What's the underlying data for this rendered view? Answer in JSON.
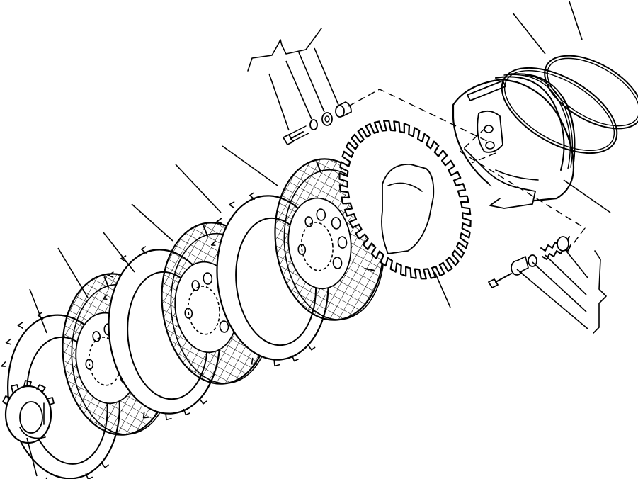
{
  "diagram": {
    "kind": "exploded-view parts illustration",
    "colors": {
      "ink": "#000000",
      "paper": "#ffffff"
    },
    "parts": [
      {
        "id": "spline-hub",
        "kind": "splined hub"
      },
      {
        "id": "separator-plate-1",
        "kind": "steel plate"
      },
      {
        "id": "friction-disc-1",
        "kind": "friction disc"
      },
      {
        "id": "separator-plate-2",
        "kind": "steel plate"
      },
      {
        "id": "friction-disc-2",
        "kind": "friction disc"
      },
      {
        "id": "separator-plate-3",
        "kind": "steel plate"
      },
      {
        "id": "friction-disc-3",
        "kind": "friction disc"
      },
      {
        "id": "pressure-plate",
        "kind": "toothed plate"
      },
      {
        "id": "piston-housing",
        "kind": "housing"
      },
      {
        "id": "seal-ring-inner",
        "kind": "o-ring"
      },
      {
        "id": "seal-ring-outer",
        "kind": "o-ring"
      },
      {
        "id": "bleed-screw-set-upper",
        "kind": "bolt, washer, nut, sleeve"
      },
      {
        "id": "bleed-screw-set-lower",
        "kind": "bolt, washer, spring, cap"
      }
    ],
    "callout_leaders": 17,
    "group_brackets": 2,
    "labels": []
  }
}
